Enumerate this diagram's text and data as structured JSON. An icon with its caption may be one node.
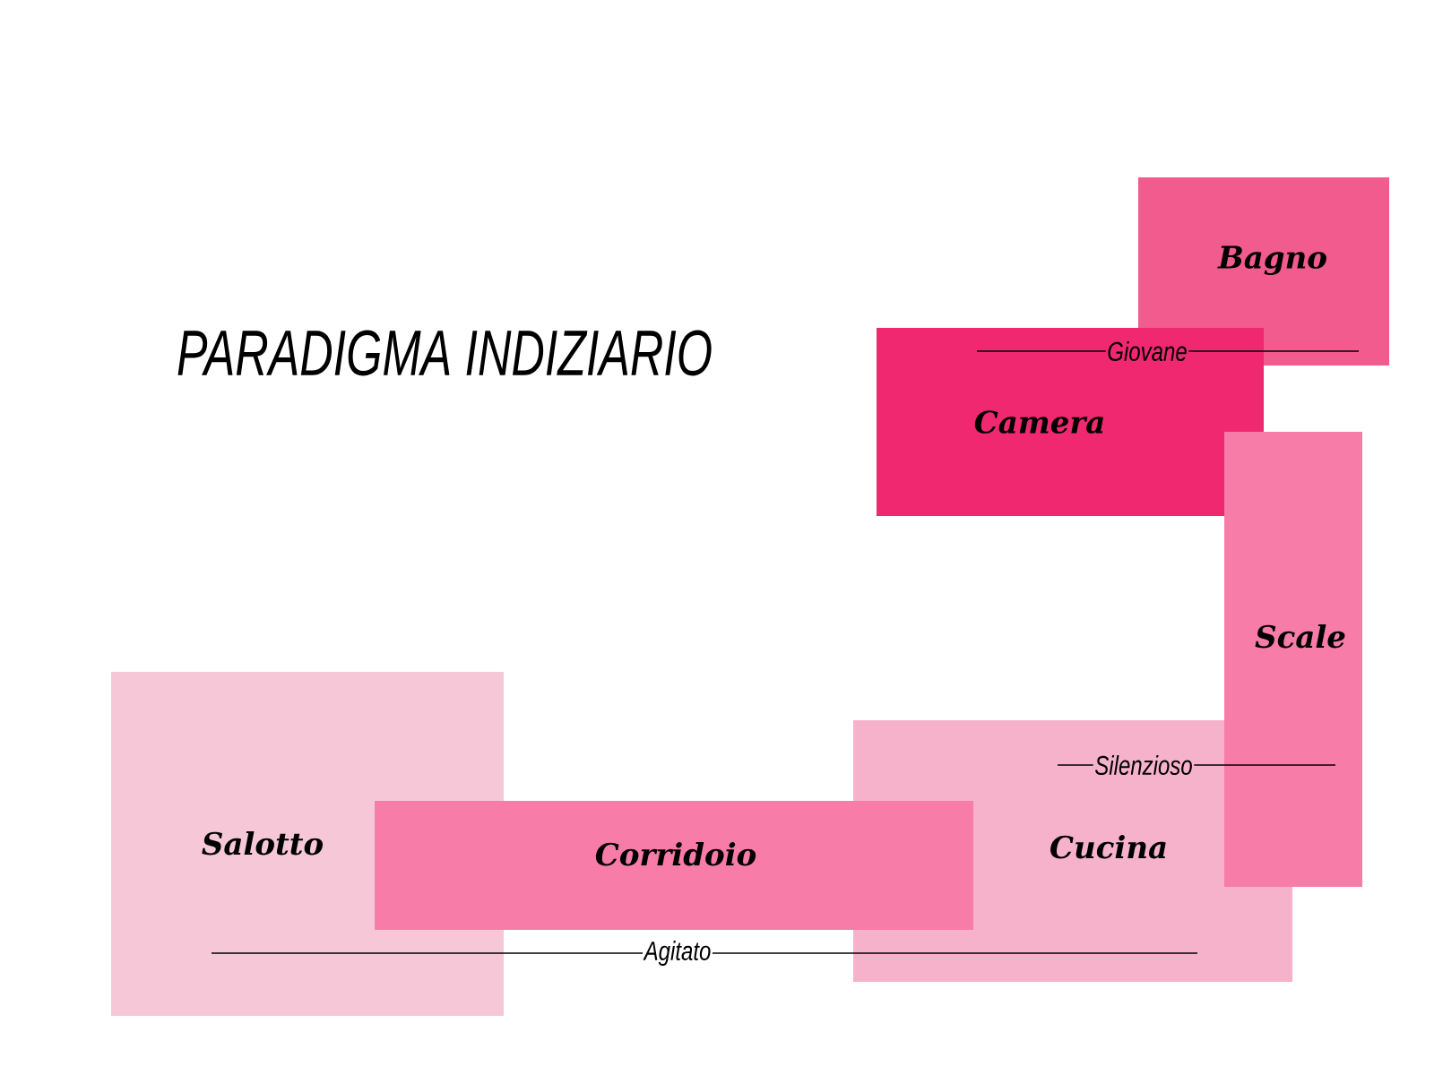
{
  "diagram": {
    "title": "PARADIGMA INDIZIARIO",
    "nodes": [
      {
        "text": [
          "Bagno"
        ]
      },
      {
        "text": [
          "Camera"
        ]
      },
      {
        "text": [
          "Scale"
        ]
      },
      {
        "text": [
          "Salotto"
        ]
      },
      {
        "text": [
          "Corridoio"
        ]
      },
      {
        "text": [
          "Cucina"
        ]
      }
    ],
    "edges": [
      {
        "from": 1,
        "to": 0,
        "arrow": "none",
        "label": "Giovane"
      },
      {
        "from": 5,
        "to": 2,
        "arrow": "none",
        "label": "Silenzioso"
      },
      {
        "from": 3,
        "to": 5,
        "arrow": "none",
        "label": "Agitato"
      }
    ]
  }
}
